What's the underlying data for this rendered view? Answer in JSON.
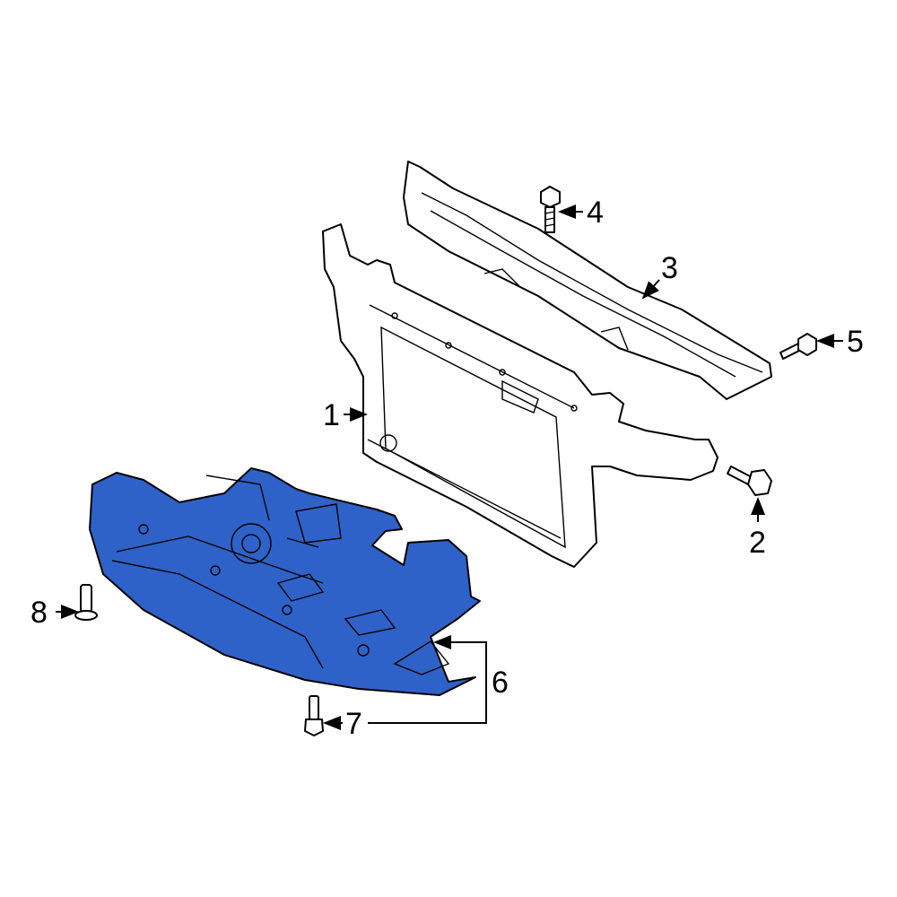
{
  "diagram": {
    "highlight_color": "#2f62c8",
    "line_color": "#000000",
    "callouts": [
      {
        "id": "1",
        "label": "1"
      },
      {
        "id": "2",
        "label": "2"
      },
      {
        "id": "3",
        "label": "3"
      },
      {
        "id": "4",
        "label": "4"
      },
      {
        "id": "5",
        "label": "5"
      },
      {
        "id": "6",
        "label": "6"
      },
      {
        "id": "7",
        "label": "7"
      },
      {
        "id": "8",
        "label": "8"
      }
    ]
  }
}
